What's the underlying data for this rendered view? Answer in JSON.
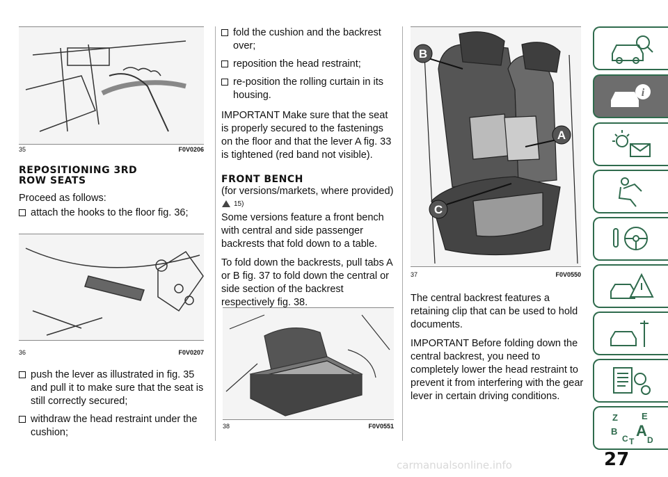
{
  "figures": {
    "f35": {
      "num": "35",
      "code": "F0V0206"
    },
    "f36": {
      "num": "36",
      "code": "F0V0207"
    },
    "f37": {
      "num": "37",
      "code": "F0V0550",
      "labels": {
        "a": "A",
        "b": "B",
        "c": "C"
      }
    },
    "f38": {
      "num": "38",
      "code": "F0V0551"
    }
  },
  "col1": {
    "heading_line1": "REPOSITIONING 3RD",
    "heading_line2": "ROW SEATS",
    "intro": "Proceed as follows:",
    "bullet1": "attach the hooks to the floor fig. 36;",
    "bullet2": "push the lever as illustrated in fig. 35 and pull it to make sure that the seat is still correctly secured;",
    "bullet3": "withdraw the head restraint under the cushion;"
  },
  "col2": {
    "bullet1": "fold the cushion and the backrest over;",
    "bullet2": "reposition the head restraint;",
    "bullet3": "re-position the rolling curtain in its housing.",
    "important": "IMPORTANT Make sure that the seat is properly secured to the fastenings on the floor and that the lever A fig. 33 is tightened (red band not visible).",
    "heading": "FRONT BENCH",
    "subheading": "(for versions/markets, where provided)",
    "note_ref": "15)",
    "para1": "Some versions feature a front bench with central and side passenger backrests that fold down to a table.",
    "para2": "To fold down the backrests, pull tabs A or B fig. 37 to fold down the central or side section of the backrest respectively fig. 38."
  },
  "col3": {
    "para1": "The central backrest features a retaining clip that can be used to hold documents.",
    "para2": "IMPORTANT Before folding down the central backrest, you need to completely lower the head restraint to prevent it from interfering with the gear lever in certain driving conditions."
  },
  "sidebar": {
    "tabs": [
      {
        "name": "car-search-icon"
      },
      {
        "name": "car-info-icon"
      },
      {
        "name": "warning-lights-icon"
      },
      {
        "name": "safety-seat-icon"
      },
      {
        "name": "steering-wheel-key-icon"
      },
      {
        "name": "car-hazard-icon"
      },
      {
        "name": "car-wrench-icon"
      },
      {
        "name": "technical-data-icon"
      },
      {
        "name": "index-letters-icon"
      }
    ],
    "index_letters": [
      "Z",
      "E",
      "B",
      "A",
      "C",
      "T",
      "D"
    ],
    "active_color": "#6d6d6d",
    "border_color": "#2f6b4d"
  },
  "page_number": "27",
  "watermark": "carmanualsonline.info"
}
